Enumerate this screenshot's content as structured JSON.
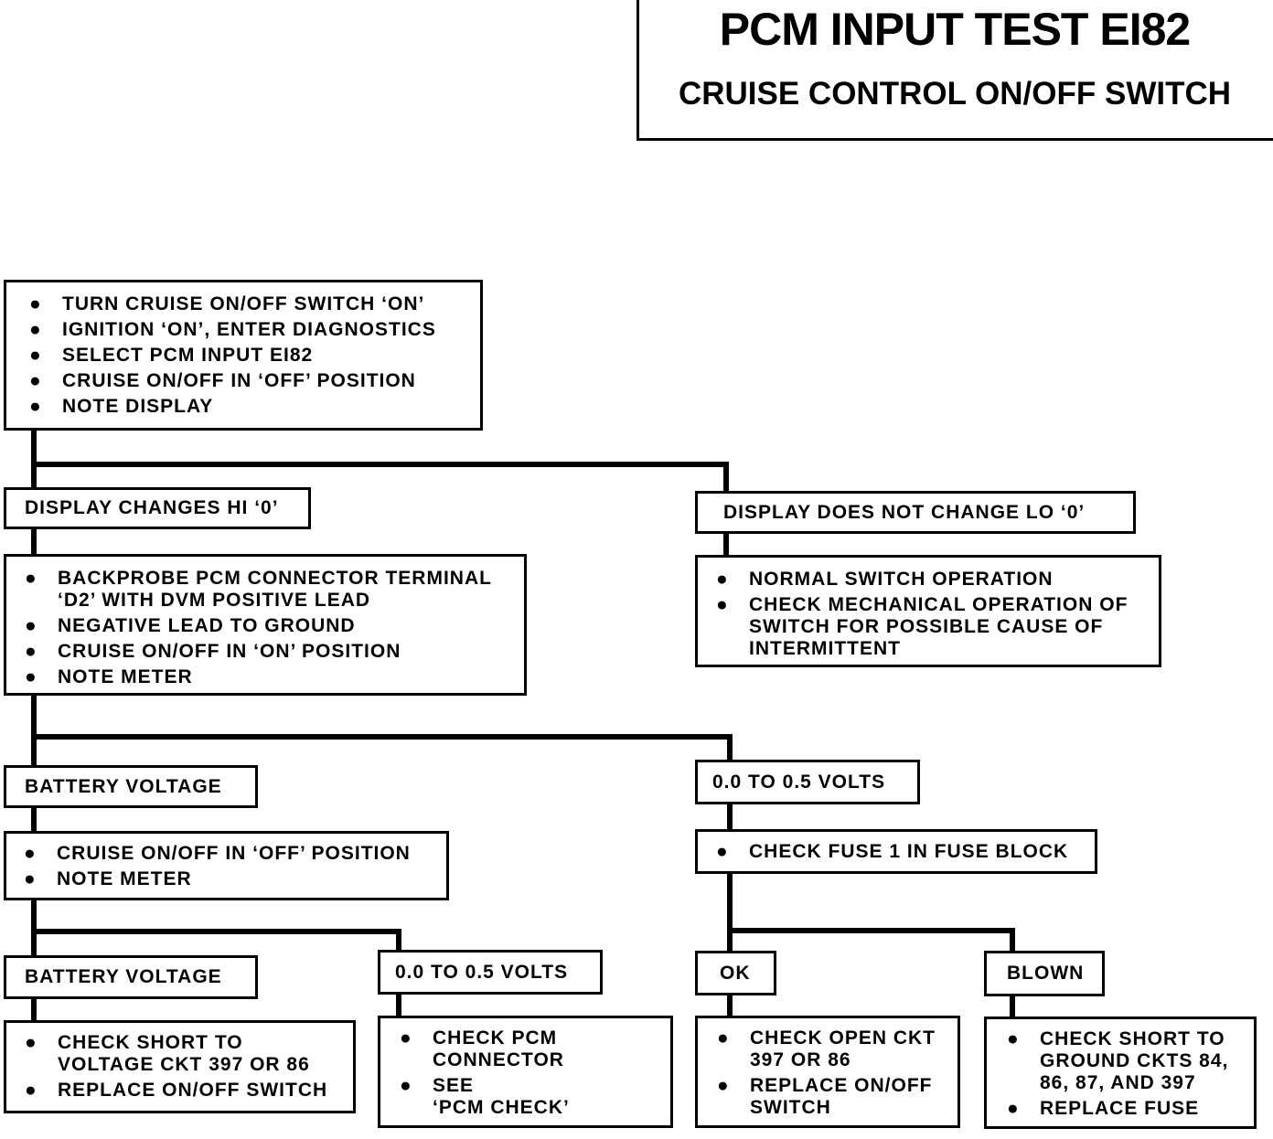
{
  "title": {
    "main": "PCM INPUT TEST EI82",
    "sub": "CRUISE CONTROL ON/OFF SWITCH"
  },
  "step1": {
    "items": [
      "TURN CRUISE ON/OFF SWITCH ‘ON’",
      "IGNITION ‘ON’, ENTER DIAGNOSTICS",
      "SELECT PCM INPUT EI82",
      "CRUISE ON/OFF IN ‘OFF’ POSITION",
      "NOTE DISPLAY"
    ]
  },
  "branch_a": {
    "label": "DISPLAY CHANGES HI ‘0’",
    "items": [
      "BACKPROBE PCM CONNECTOR TERMINAL\n‘D2’ WITH DVM POSITIVE LEAD",
      "NEGATIVE LEAD TO GROUND",
      "CRUISE ON/OFF IN ‘ON’ POSITION",
      "NOTE METER"
    ]
  },
  "branch_b": {
    "label": "DISPLAY DOES NOT CHANGE LO ‘0’",
    "items": [
      "NORMAL SWITCH OPERATION",
      "CHECK MECHANICAL OPERATION OF\nSWITCH FOR POSSIBLE CAUSE OF\nINTERMITTENT"
    ]
  },
  "branch_a1": {
    "label": "BATTERY VOLTAGE",
    "items": [
      "CRUISE ON/OFF IN ‘OFF’ POSITION",
      "NOTE METER"
    ]
  },
  "branch_a2": {
    "label": "0.0 TO 0.5 VOLTS",
    "items": [
      "CHECK FUSE 1 IN FUSE BLOCK"
    ]
  },
  "leaf1": {
    "label": "BATTERY VOLTAGE",
    "items": [
      "CHECK SHORT TO\nVOLTAGE CKT 397 OR 86",
      "REPLACE ON/OFF SWITCH"
    ]
  },
  "leaf2": {
    "label": "0.0 TO 0.5 VOLTS",
    "items": [
      "CHECK PCM\nCONNECTOR",
      "SEE\n‘PCM CHECK’"
    ]
  },
  "leaf3": {
    "label": "OK",
    "items": [
      "CHECK OPEN CKT\n397 OR 86",
      "REPLACE ON/OFF\nSWITCH"
    ]
  },
  "leaf4": {
    "label": "BLOWN",
    "items": [
      "CHECK SHORT TO\nGROUND CKTS 84,\n86, 87, AND 397",
      "REPLACE FUSE"
    ]
  }
}
